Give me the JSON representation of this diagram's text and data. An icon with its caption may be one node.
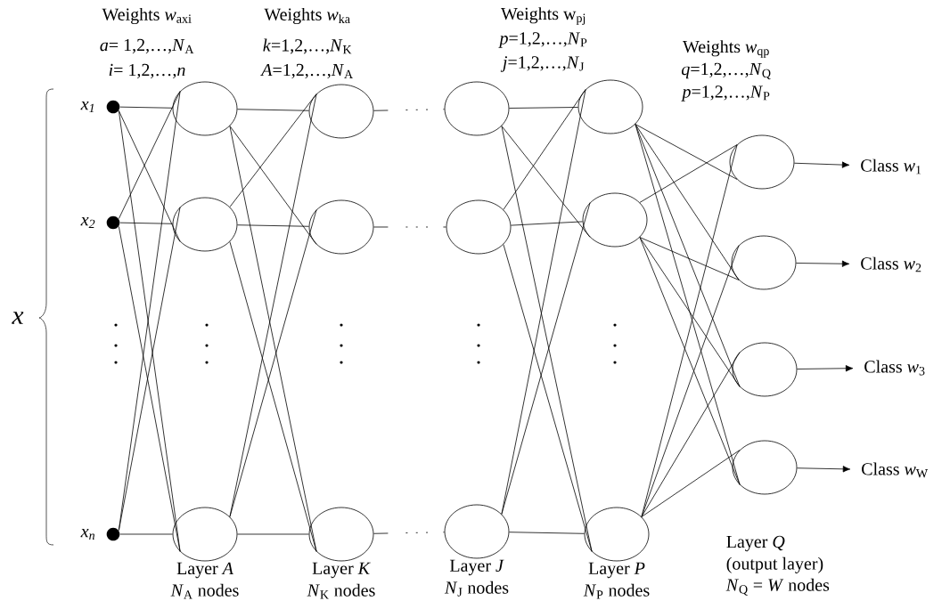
{
  "diagram": {
    "nodes": [
      {
        "text": [],
        "shape": "dot",
        "beside": [
          "x$_{1}$"
        ]
      },
      {
        "text": [],
        "shape": "dot",
        "beside": [
          "x$_{2}$"
        ]
      },
      {
        "text": [],
        "shape": "dot",
        "beside": [
          "x$_{n}$"
        ]
      },
      {
        "text": [],
        "shape": "ellipse"
      },
      {
        "text": [],
        "shape": "ellipse"
      },
      {
        "text": [],
        "shape": "ellipse",
        "beside": [
          "Layer *A*",
          "*N*$_{A}$ nodes"
        ]
      },
      {
        "text": [],
        "shape": "ellipse"
      },
      {
        "text": [],
        "shape": "ellipse"
      },
      {
        "text": [],
        "shape": "ellipse",
        "beside": [
          "Layer *K*",
          "*N*$_{K}$ nodes"
        ]
      },
      {
        "text": [],
        "shape": "ellipse"
      },
      {
        "text": [],
        "shape": "ellipse"
      },
      {
        "text": [],
        "shape": "ellipse",
        "beside": [
          "Layer *J*",
          "*N*$_{J}$ nodes"
        ]
      },
      {
        "text": [],
        "shape": "ellipse"
      },
      {
        "text": [],
        "shape": "ellipse"
      },
      {
        "text": [],
        "shape": "ellipse",
        "beside": [
          "Layer *P*",
          "*N*$_{P}$ nodes"
        ]
      },
      {
        "text": [],
        "shape": "ellipse"
      },
      {
        "text": [],
        "shape": "ellipse"
      },
      {
        "text": [],
        "shape": "ellipse"
      },
      {
        "text": [],
        "shape": "ellipse",
        "beside": [
          "Layer *Q*",
          "(output layer)",
          "*N*$_{Q}$ = *W* nodes"
        ]
      },
      {
        "text": [
          "Class *w*$_{1}$"
        ]
      },
      {
        "text": [
          "Class *w*$_{2}$"
        ]
      },
      {
        "text": [
          "Class *w*$_{3}$"
        ]
      },
      {
        "text": [
          "Class *w*$_{W}$"
        ]
      }
    ],
    "edges": [
      {
        "from": 0,
        "to": 3,
        "arrow": "none"
      },
      {
        "from": 0,
        "to": 4,
        "arrow": "none"
      },
      {
        "from": 0,
        "to": 5,
        "arrow": "none"
      },
      {
        "from": 1,
        "to": 3,
        "arrow": "none"
      },
      {
        "from": 1,
        "to": 4,
        "arrow": "none"
      },
      {
        "from": 1,
        "to": 5,
        "arrow": "none"
      },
      {
        "from": 2,
        "to": 3,
        "arrow": "none"
      },
      {
        "from": 2,
        "to": 4,
        "arrow": "none"
      },
      {
        "from": 2,
        "to": 5,
        "arrow": "none"
      },
      {
        "from": 3,
        "to": 6,
        "arrow": "none"
      },
      {
        "from": 3,
        "to": 7,
        "arrow": "none"
      },
      {
        "from": 3,
        "to": 8,
        "arrow": "none"
      },
      {
        "from": 4,
        "to": 6,
        "arrow": "none"
      },
      {
        "from": 4,
        "to": 7,
        "arrow": "none"
      },
      {
        "from": 4,
        "to": 8,
        "arrow": "none"
      },
      {
        "from": 5,
        "to": 6,
        "arrow": "none"
      },
      {
        "from": 5,
        "to": 7,
        "arrow": "none"
      },
      {
        "from": 5,
        "to": 8,
        "arrow": "none"
      },
      {
        "from": 6,
        "to": 9,
        "arrow": "none",
        "style": "dashed"
      },
      {
        "from": 7,
        "to": 10,
        "arrow": "none",
        "style": "dashed"
      },
      {
        "from": 8,
        "to": 11,
        "arrow": "none",
        "style": "dashed"
      },
      {
        "from": 9,
        "to": 12,
        "arrow": "none"
      },
      {
        "from": 9,
        "to": 13,
        "arrow": "none"
      },
      {
        "from": 9,
        "to": 14,
        "arrow": "none"
      },
      {
        "from": 10,
        "to": 12,
        "arrow": "none"
      },
      {
        "from": 10,
        "to": 13,
        "arrow": "none"
      },
      {
        "from": 10,
        "to": 14,
        "arrow": "none"
      },
      {
        "from": 11,
        "to": 12,
        "arrow": "none"
      },
      {
        "from": 11,
        "to": 13,
        "arrow": "none"
      },
      {
        "from": 11,
        "to": 14,
        "arrow": "none"
      },
      {
        "from": 12,
        "to": 15,
        "arrow": "none"
      },
      {
        "from": 12,
        "to": 16,
        "arrow": "none"
      },
      {
        "from": 12,
        "to": 17,
        "arrow": "none"
      },
      {
        "from": 12,
        "to": 18,
        "arrow": "none"
      },
      {
        "from": 13,
        "to": 15,
        "arrow": "none"
      },
      {
        "from": 13,
        "to": 16,
        "arrow": "none"
      },
      {
        "from": 13,
        "to": 17,
        "arrow": "none"
      },
      {
        "from": 13,
        "to": 18,
        "arrow": "none"
      },
      {
        "from": 14,
        "to": 15,
        "arrow": "none"
      },
      {
        "from": 14,
        "to": 16,
        "arrow": "none"
      },
      {
        "from": 14,
        "to": 17,
        "arrow": "none"
      },
      {
        "from": 14,
        "to": 18,
        "arrow": "none"
      },
      {
        "from": 15,
        "to": 19,
        "arrow": "to"
      },
      {
        "from": 16,
        "to": 20,
        "arrow": "to"
      },
      {
        "from": 17,
        "to": 21,
        "arrow": "to"
      },
      {
        "from": 18,
        "to": 22,
        "arrow": "to"
      }
    ],
    "labels": [
      "Weights *w*$_{axi}$",
      "*a*= 1,2,…,*N*$_{A}$",
      "*i*= 1,2,…,*n*",
      "Weights *w*$_{ka}$",
      "*k*=1,2,…,*N*$_{K}$",
      "*A*=1,2,…,*N*$_{A}$",
      "Weights w$_{pj}$",
      "*p*=1,2,…,*N*$_{P}$",
      "*j*=1,2,…,*N*$_{J}$",
      "Weights *w*$_{qp}$",
      "*q*=1,2,…,*N*$_{Q}$",
      "*p*=1,2,…,*N*$_{P}$",
      "x"
    ]
  }
}
